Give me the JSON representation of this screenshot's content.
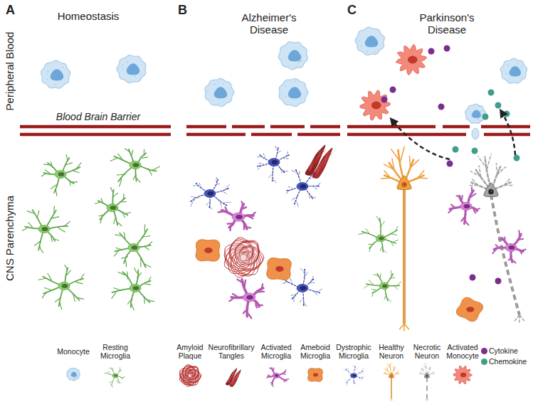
{
  "diagram": {
    "labels": [
      "A",
      "Homeostasis",
      "B",
      "Alzheimer's Disease",
      "C",
      "Parkinson's Disease",
      "Peripheral Blood",
      "CNS Parenchyma",
      "Blood Brain Barrier"
    ],
    "legend": [
      {
        "text": "Monocyte"
      },
      {
        "text": "Resting Microglia"
      },
      {
        "text": "Amyloid Plaque"
      },
      {
        "text": "Neurofibrillary Tangles"
      },
      {
        "text": "Activated Microglia"
      },
      {
        "text": "Ameboid Microglia"
      },
      {
        "text": "Dystrophic Microglia"
      },
      {
        "text": "Healthy Neuron"
      },
      {
        "text": "Necrotic Neuron"
      },
      {
        "text": "Activated Monocyte"
      },
      {
        "text": "Cytokine",
        "color": "#7b2d8e"
      },
      {
        "text": "Chemokine",
        "color": "#3e9e8c"
      }
    ]
  }
}
